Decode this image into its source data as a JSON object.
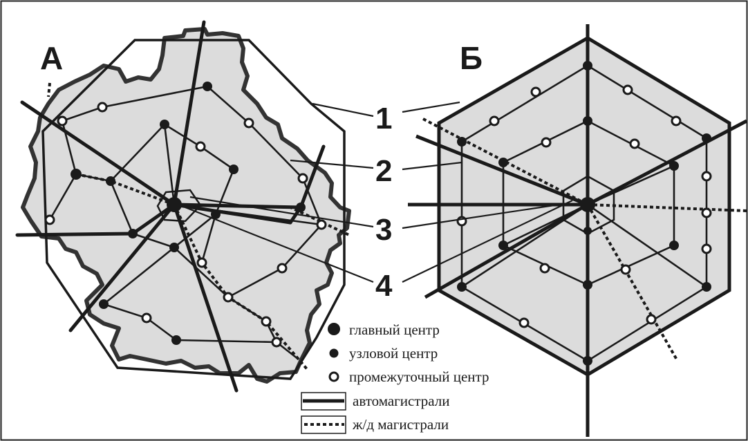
{
  "panels": {
    "left_label": "А",
    "right_label": "Б"
  },
  "callouts": [
    "1",
    "2",
    "3",
    "4"
  ],
  "legend": {
    "main_center": "главный центр",
    "node_center": "узловой центр",
    "intermediate_center": "промежуточный центр",
    "highways": "автомагистрали",
    "railways": "ж/д магистрали"
  },
  "colors": {
    "fill": "#dcdcdc",
    "stroke": "#1a1a1a",
    "border_outline": "#333333",
    "background": "#ffffff"
  }
}
